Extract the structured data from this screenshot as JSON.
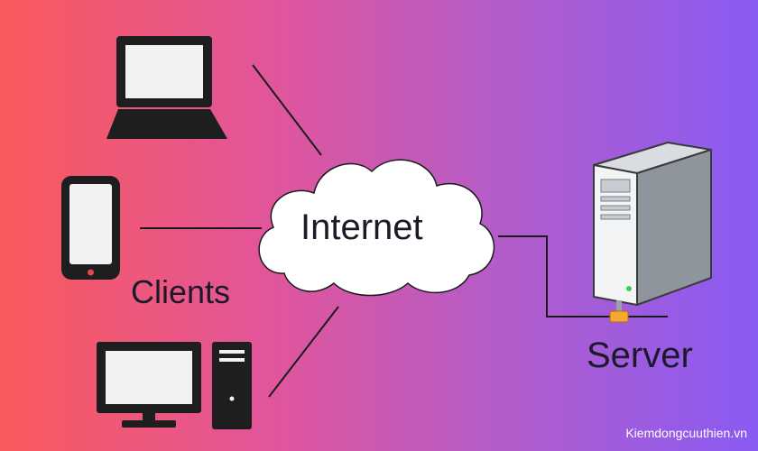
{
  "labels": {
    "clients": "Clients",
    "internet": "Internet",
    "server": "Server"
  },
  "watermark": "Kiemdongcuuthien.vn",
  "nodes": {
    "clients": [
      "laptop",
      "smartphone",
      "desktop-computer"
    ],
    "hub": "internet-cloud",
    "server": "server-tower"
  },
  "connections": [
    {
      "from": "laptop",
      "to": "internet"
    },
    {
      "from": "smartphone",
      "to": "internet"
    },
    {
      "from": "desktop-computer",
      "to": "internet"
    },
    {
      "from": "internet",
      "to": "server"
    }
  ],
  "colors": {
    "gradient_left": "#f95a5a",
    "gradient_right": "#8a5bf3",
    "device_dark": "#1e1e1e",
    "screen": "#f2f2f2",
    "cloud": "#ffffff",
    "line": "#1a1a1a"
  }
}
